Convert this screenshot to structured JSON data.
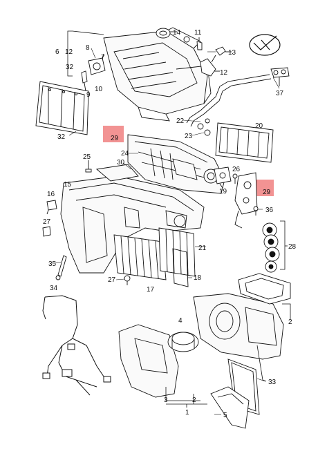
{
  "highlight_color": "#f08080",
  "callouts": {
    "c1": "1",
    "c2a": "2",
    "c2b": "2",
    "c3": "3",
    "c4": "4",
    "c5": "5",
    "c6": "6",
    "c7": "7",
    "c8": "8",
    "c9": "9",
    "c10": "10",
    "c11": "11",
    "c12a": "12",
    "c12b": "12",
    "c13": "13",
    "c14": "14",
    "c15": "15",
    "c16": "16",
    "c17": "17",
    "c18": "18",
    "c19": "19",
    "c20": "20",
    "c21": "21",
    "c22": "22",
    "c23": "23",
    "c24": "24",
    "c25": "25",
    "c26": "26",
    "c27a": "27",
    "c27b": "27",
    "c28": "28",
    "c29a": "29",
    "c29b": "29",
    "c30": "30",
    "c32a": "32",
    "c32b": "32",
    "c33": "33",
    "c34": "34",
    "c35": "35",
    "c36": "36",
    "c37": "37"
  },
  "icons": {
    "logo": "checkmark-circle-logo"
  }
}
